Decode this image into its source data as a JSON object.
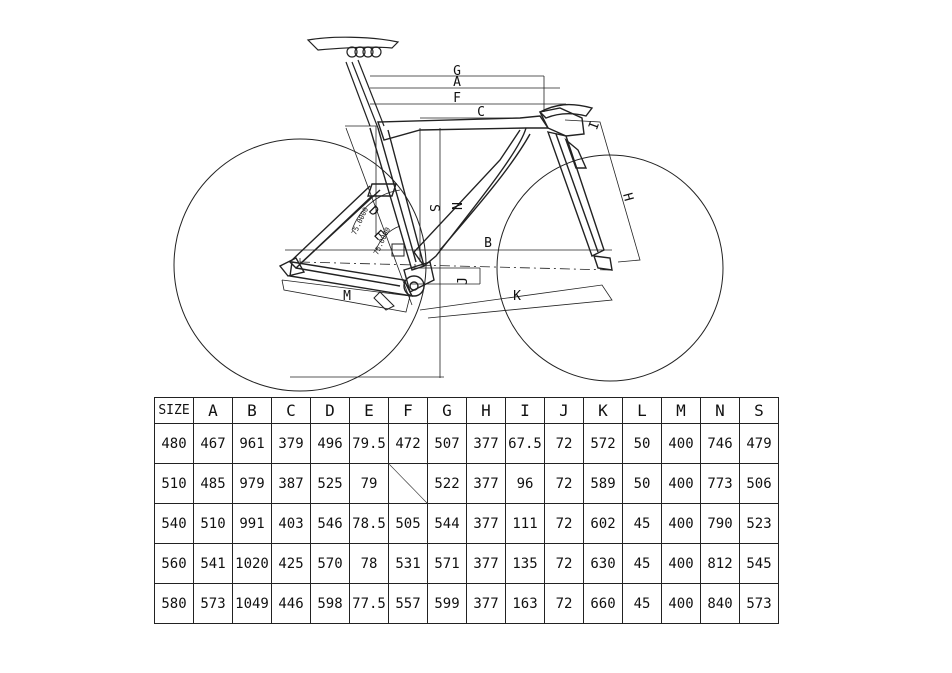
{
  "dimension_labels": {
    "A": "A",
    "B": "B",
    "C": "C",
    "D": "D",
    "E": "E",
    "F": "F",
    "G": "G",
    "H": "H",
    "I": "I",
    "J": "J",
    "K": "K",
    "M": "M",
    "N": "N",
    "S": "S"
  },
  "angle_labels": [
    "75.0000",
    "75.0000"
  ],
  "table": {
    "headers": [
      "SIZE",
      "A",
      "B",
      "C",
      "D",
      "E",
      "F",
      "G",
      "H",
      "I",
      "J",
      "K",
      "L",
      "M",
      "N",
      "S"
    ],
    "rows": [
      [
        "480",
        "467",
        "961",
        "379",
        "496",
        "79.5",
        "472",
        "507",
        "377",
        "67.5",
        "72",
        "572",
        "50",
        "400",
        "746",
        "479"
      ],
      [
        "510",
        "485",
        "979",
        "387",
        "525",
        "79",
        "",
        "522",
        "377",
        "96",
        "72",
        "589",
        "50",
        "400",
        "773",
        "506"
      ],
      [
        "540",
        "510",
        "991",
        "403",
        "546",
        "78.5",
        "505",
        "544",
        "377",
        "111",
        "72",
        "602",
        "45",
        "400",
        "790",
        "523"
      ],
      [
        "560",
        "541",
        "1020",
        "425",
        "570",
        "78",
        "531",
        "571",
        "377",
        "135",
        "72",
        "630",
        "45",
        "400",
        "812",
        "545"
      ],
      [
        "580",
        "573",
        "1049",
        "446",
        "598",
        "77.5",
        "557",
        "599",
        "377",
        "163",
        "72",
        "660",
        "45",
        "400",
        "840",
        "573"
      ]
    ]
  }
}
